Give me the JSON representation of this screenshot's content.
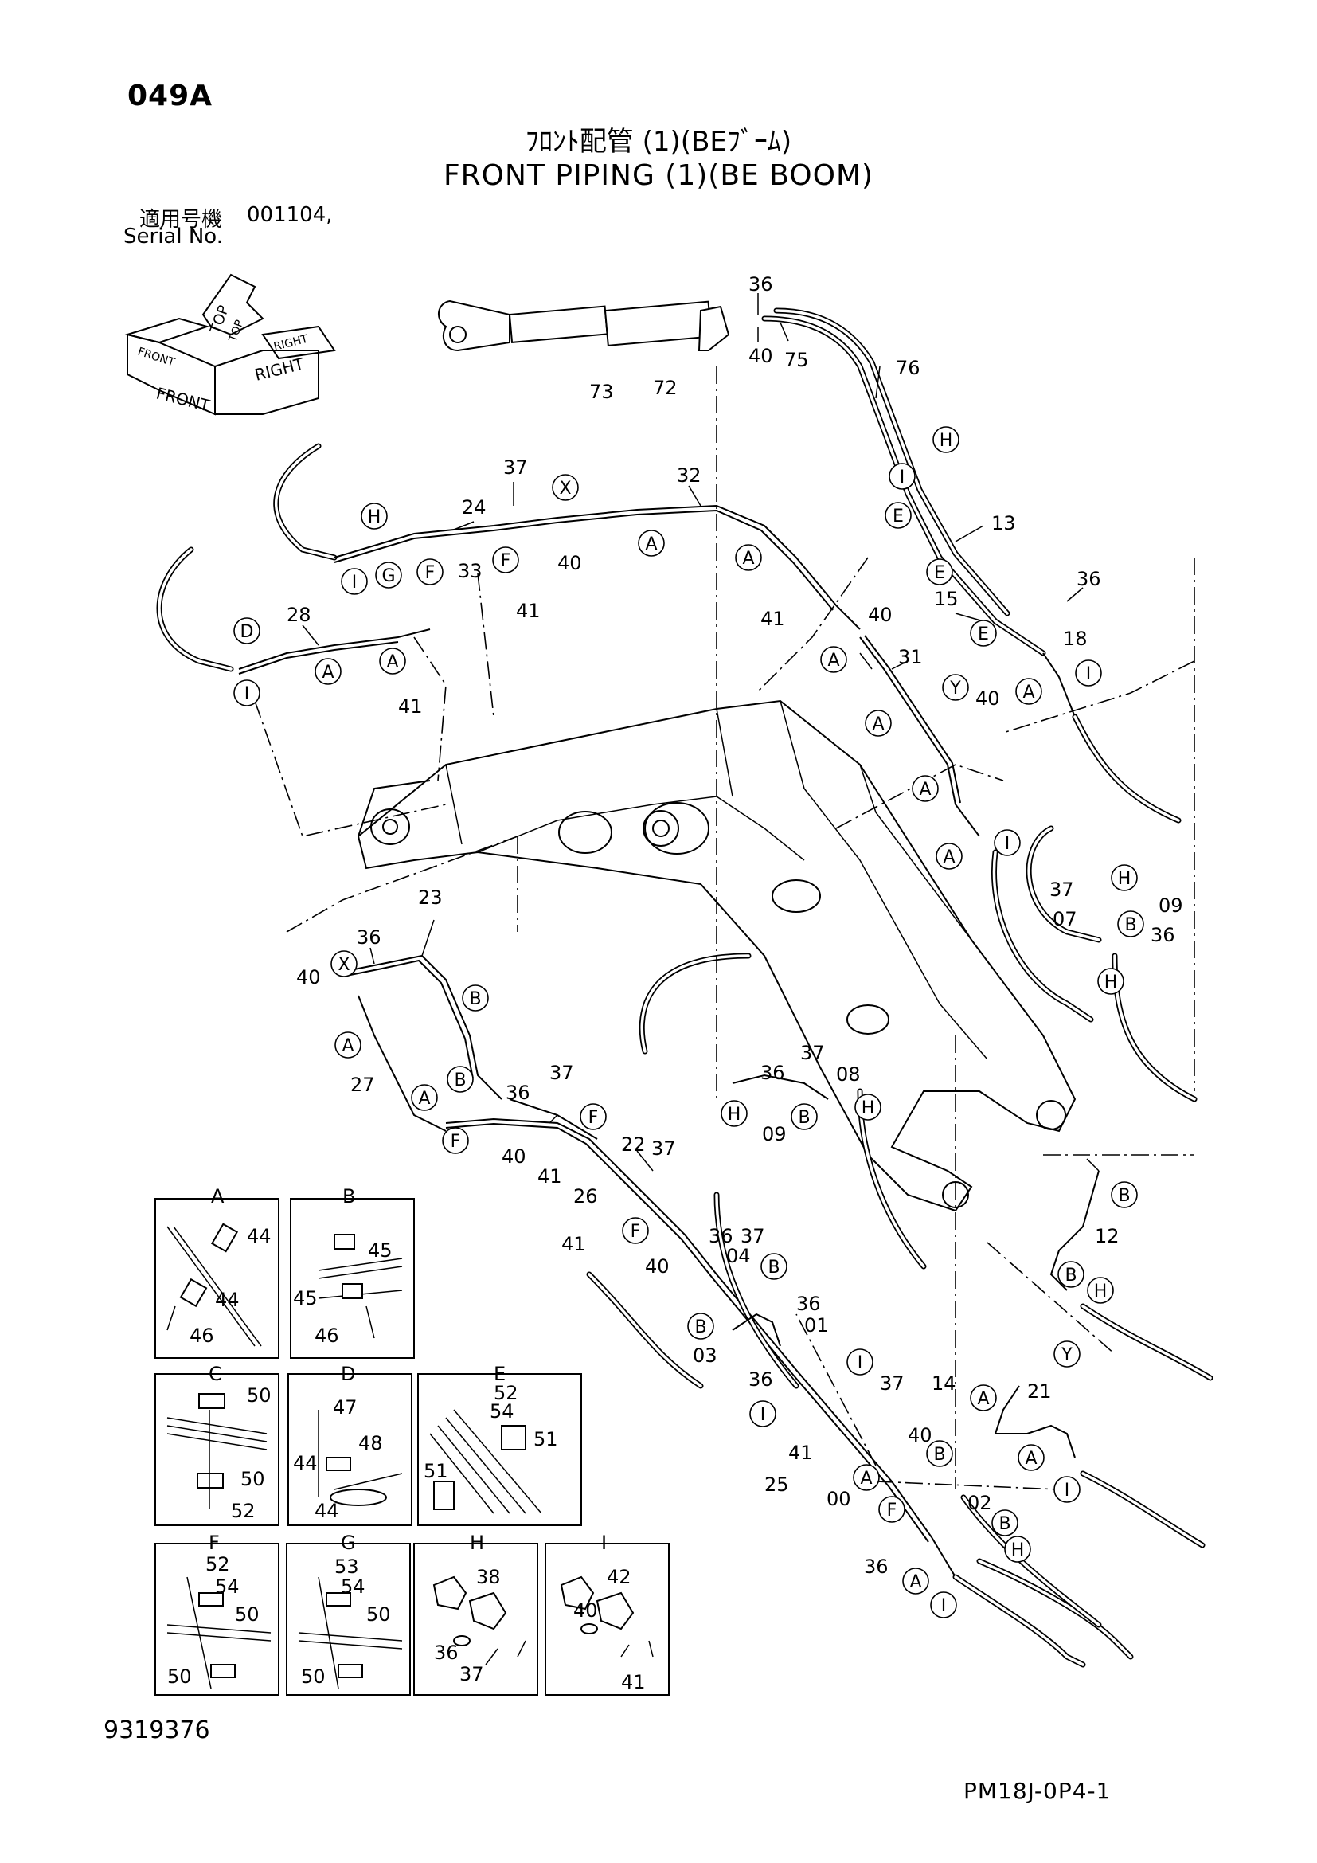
{
  "header": {
    "page_code": "049A",
    "title_jp": "ﾌﾛﾝﾄ配管 (1)(BEﾌﾞｰﾑ)",
    "title_en": "FRONT PIPING (1)(BE BOOM)",
    "serial_label": "適用号機",
    "serial_value": "001104,",
    "serial_sub": "Serial No."
  },
  "orientation": {
    "labels": [
      "FRONT",
      "RIGHT",
      "TOP",
      "FRONT",
      "RIGHT",
      "TOP"
    ]
  },
  "diagram": {
    "part_numbers": [
      "36",
      "40",
      "75",
      "76",
      "73",
      "72",
      "37",
      "32",
      "24",
      "33",
      "40",
      "41",
      "28",
      "41",
      "13",
      "15",
      "36",
      "18",
      "40",
      "41",
      "40",
      "31",
      "37",
      "07",
      "09",
      "36",
      "23",
      "36",
      "40",
      "27",
      "36",
      "37",
      "22",
      "40",
      "41",
      "26",
      "37",
      "36",
      "08",
      "09",
      "37",
      "12",
      "41",
      "40",
      "36",
      "04",
      "37",
      "36",
      "01",
      "03",
      "36",
      "37",
      "14",
      "21",
      "40",
      "41",
      "25",
      "00",
      "02",
      "36"
    ],
    "circle_labels": [
      "H",
      "I",
      "E",
      "E",
      "E",
      "Y",
      "A",
      "I",
      "X",
      "A",
      "A",
      "H",
      "I",
      "G",
      "F",
      "F",
      "D",
      "I",
      "A",
      "A",
      "A",
      "A",
      "A",
      "A",
      "I",
      "H",
      "B",
      "H",
      "X",
      "B",
      "A",
      "A",
      "B",
      "F",
      "F",
      "F",
      "H",
      "B",
      "H",
      "B",
      "B",
      "H",
      "B",
      "I",
      "B",
      "I",
      "Y",
      "A",
      "A",
      "I",
      "A",
      "F",
      "A",
      "I",
      "B",
      "B",
      "H"
    ]
  },
  "details": [
    {
      "title": "A",
      "numbers": [
        "44",
        "44",
        "46"
      ]
    },
    {
      "title": "B",
      "numbers": [
        "45",
        "45",
        "46"
      ]
    },
    {
      "title": "C",
      "numbers": [
        "50",
        "50",
        "52"
      ]
    },
    {
      "title": "D",
      "numbers": [
        "47",
        "48",
        "44",
        "44"
      ]
    },
    {
      "title": "E",
      "numbers": [
        "52",
        "54",
        "51",
        "51"
      ]
    },
    {
      "title": "F",
      "numbers": [
        "52",
        "54",
        "50",
        "50"
      ]
    },
    {
      "title": "G",
      "numbers": [
        "53",
        "54",
        "50",
        "50"
      ]
    },
    {
      "title": "H",
      "numbers": [
        "38",
        "36",
        "37"
      ]
    },
    {
      "title": "I",
      "numbers": [
        "42",
        "40",
        "41"
      ]
    }
  ],
  "footer": {
    "doc_no": "9319376",
    "sheet_code": "PM18J-0P4-1"
  }
}
